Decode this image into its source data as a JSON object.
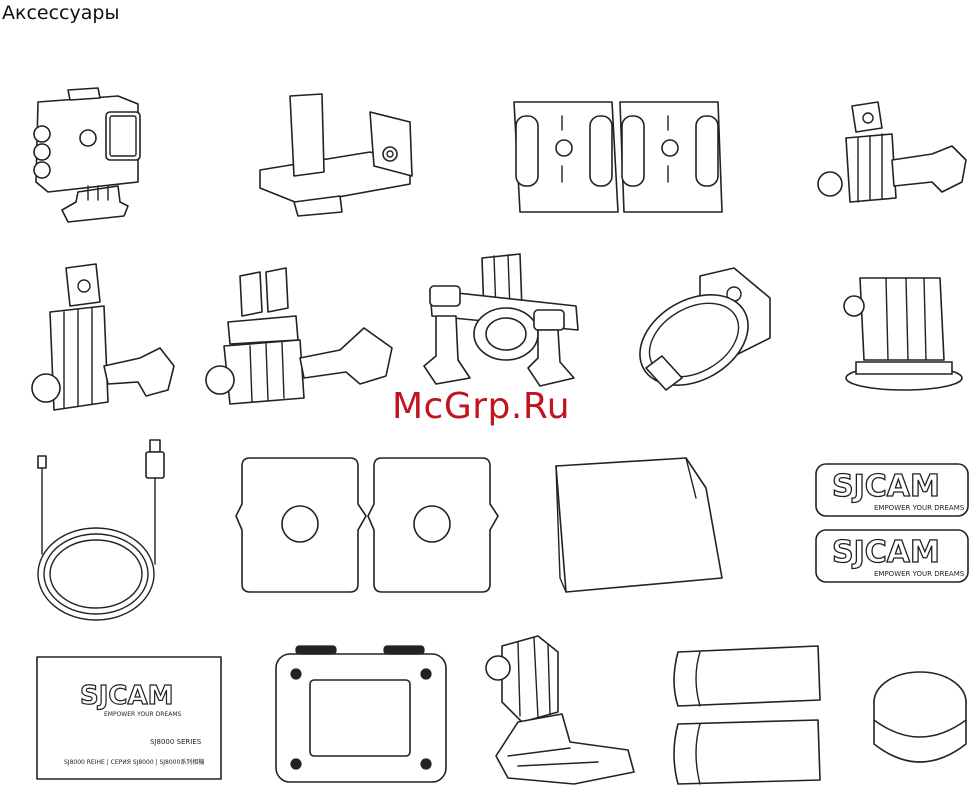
{
  "page": {
    "title": "Аксессуары"
  },
  "watermark": "McGrp.Ru",
  "stickers": {
    "brand": "SJCAM",
    "tagline": "EMPOWER YOUR DREAMS"
  },
  "manual": {
    "brand": "SJCAM",
    "tagline": "EMPOWER YOUR DREAMS",
    "series": "SJ8000 SERIES",
    "languages": "SJ8000 REIHE | СЕРИЯ SJ8000 | SJ8000系列相機"
  },
  "accessories": [
    "waterproof-case",
    "frame-mount",
    "flat-adhesive-mounts",
    "j-pivot-with-screw",
    "long-pivot-arm",
    "three-way-pivot",
    "handlebar-mount",
    "tripod-adapter",
    "tripod-mount",
    "usb-cable",
    "adhesive-pads",
    "cleaning-cloth",
    "logo-stickers",
    "user-manual",
    "backdoor",
    "quick-release-buckle",
    "velcro-straps",
    "lens-cap"
  ]
}
